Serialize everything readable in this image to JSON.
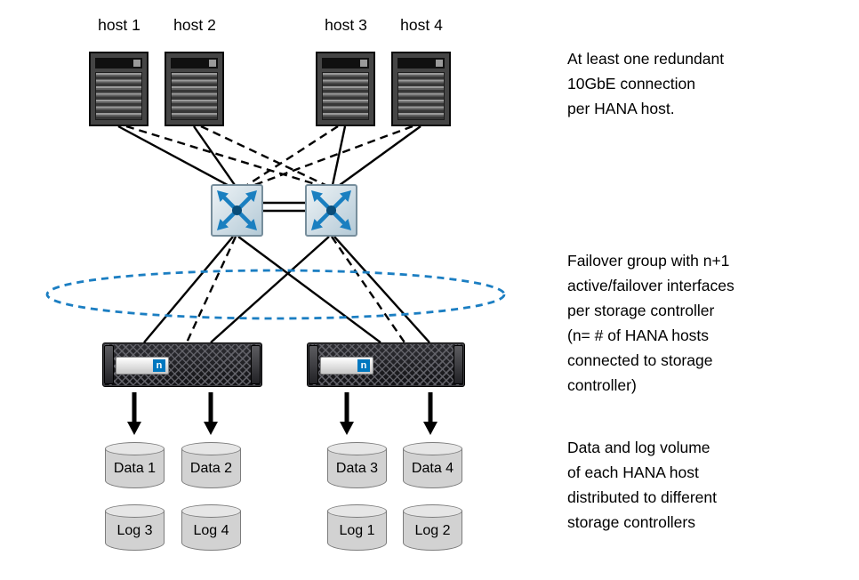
{
  "hosts": [
    {
      "label": "host 1"
    },
    {
      "label": "host 2"
    },
    {
      "label": "host 3"
    },
    {
      "label": "host 4"
    }
  ],
  "controllers": [
    {
      "logo": "n"
    },
    {
      "logo": "n"
    }
  ],
  "data_volumes": [
    {
      "label": "Data 1"
    },
    {
      "label": "Data 2"
    },
    {
      "label": "Data 3"
    },
    {
      "label": "Data 4"
    }
  ],
  "log_volumes": [
    {
      "label": "Log 3"
    },
    {
      "label": "Log 4"
    },
    {
      "label": "Log 1"
    },
    {
      "label": "Log 2"
    }
  ],
  "annotations": [
    {
      "text": "At least one redundant\n10GbE connection\nper HANA host."
    },
    {
      "text": "Failover group with n+1\nactive/failover interfaces\nper storage controller\n(n= # of HANA hosts\nconnected to storage\ncontroller)"
    },
    {
      "text": "Data and log volume\nof each HANA host\ndistributed to different\nstorage controllers"
    }
  ],
  "colors": {
    "line": "#000000",
    "ellipse": "#1b7ec2",
    "switch-arrow": "#1a7fc0",
    "logo-blue": "#0077bf"
  }
}
